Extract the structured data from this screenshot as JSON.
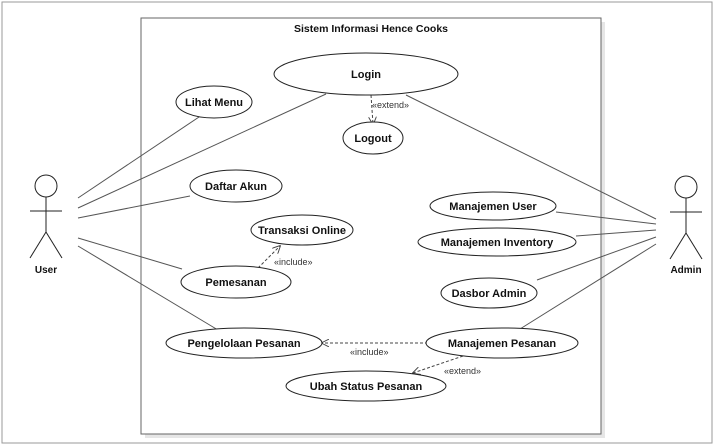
{
  "diagram": {
    "system_title": "Sistem Informasi Hence Cooks",
    "colors": {
      "line": "#555555",
      "ellipse_fill": "#ffffff",
      "ellipse_stroke": "#222222",
      "boundary_stroke": "#666666"
    },
    "actors": {
      "user": "User",
      "admin": "Admin"
    },
    "use_cases": {
      "login": "Login",
      "logout": "Logout",
      "lihat_menu": "Lihat Menu",
      "daftar_akun": "Daftar Akun",
      "transaksi_online": "Transaksi Online",
      "pemesanan": "Pemesanan",
      "pengelolaan_pesanan": "Pengelolaan Pesanan",
      "manajemen_user": "Manajemen User",
      "manajemen_inventory": "Manajemen Inventory",
      "dasbor_admin": "Dasbor Admin",
      "manajemen_pesanan": "Manajemen Pesanan",
      "ubah_status_pesanan": "Ubah Status Pesanan"
    },
    "relations": {
      "extend_login_logout": "«extend»",
      "include_pemesanan_transaksi": "«include»",
      "include_manajemen_pengelolaan": "«include»",
      "extend_manajemen_ubah": "«extend»"
    }
  }
}
